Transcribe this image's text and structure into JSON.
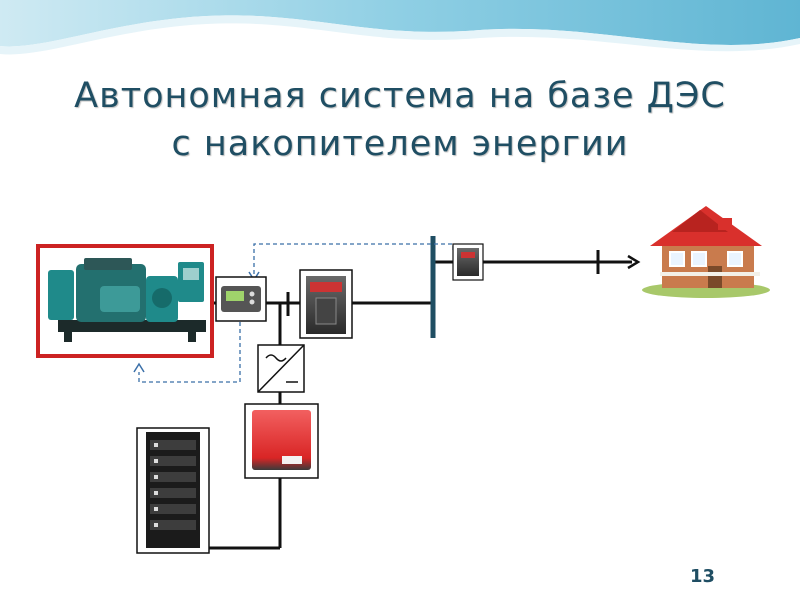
{
  "slide": {
    "title_line1": "Автономная система на базе ДЭС",
    "title_line2": "с накопителем энергии",
    "page_number": "13"
  },
  "colors": {
    "title": "#1f4e63",
    "wave": "#9fd6e8",
    "busbar": "#1f4e63",
    "highlight_frame": "#cc2222",
    "link_dashed": "#3a6fa8",
    "inverter": "#e33a3a",
    "generator": "#1f8a8a"
  },
  "icons": [
    "generator-image",
    "controller-icon",
    "circuit-breaker-icon",
    "fuse-switch-icon",
    "rectifier-icon",
    "inverter-icon",
    "battery-rack-icon",
    "house-icon",
    "arrow-right-icon",
    "arrow-up-icon",
    "arrow-left-icon"
  ]
}
